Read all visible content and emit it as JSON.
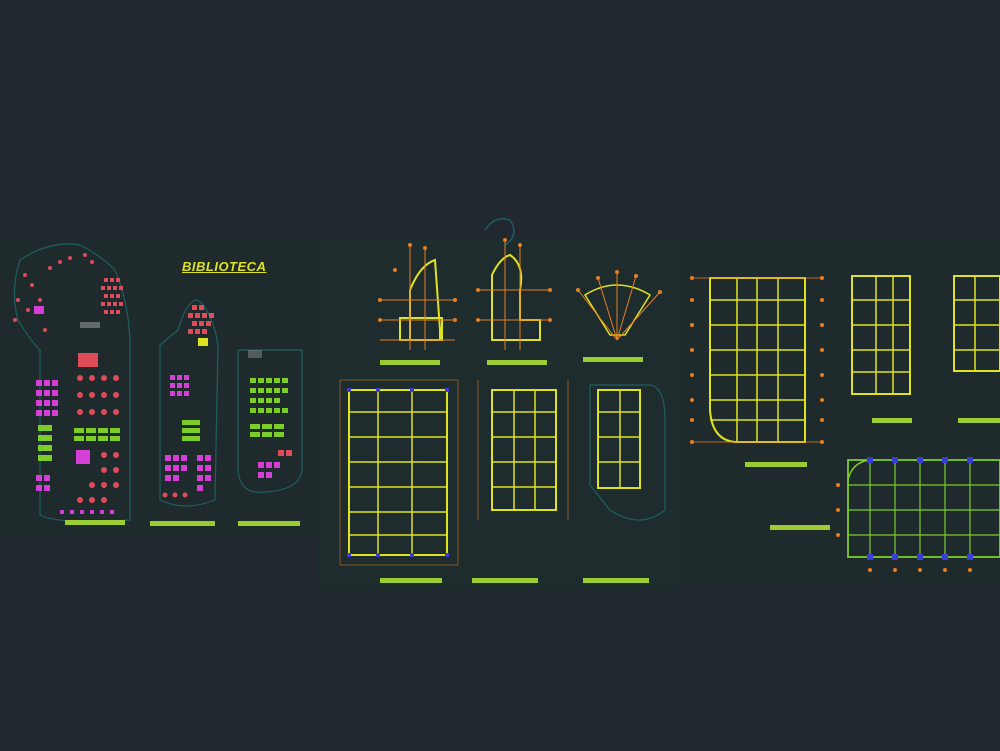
{
  "drawing": {
    "title": "BIBLIOTECA",
    "colors": {
      "background": "#212830",
      "sheet": "#1f2d2f",
      "wall": "#dfe21e",
      "label_bar": "#9acd32",
      "grid_marker": "#e67e22",
      "column": "#3b3bd6",
      "furniture_pink": "#d63fd6",
      "furniture_green": "#7ccd2a",
      "furniture_red": "#e04b5a",
      "outline_teal": "#1e5f5f"
    },
    "sheets": [
      "library-floor-plans",
      "structural-plans",
      "foundation-plans"
    ]
  }
}
